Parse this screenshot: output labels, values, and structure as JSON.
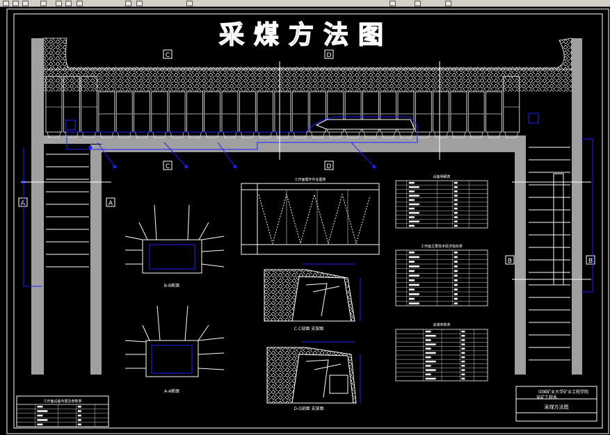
{
  "toolbar": {
    "icons": [
      "new-icon",
      "open-icon",
      "save-icon",
      "print-icon",
      "cut-icon",
      "copy-icon",
      "paste-icon",
      "undo-icon",
      "redo-icon",
      "pan-icon",
      "zoom-icon",
      "properties-icon",
      "layer-icon"
    ]
  },
  "drawing": {
    "title": "采煤方法图",
    "section_labels": {
      "c": "C",
      "d": "D",
      "a": "A",
      "b": "B"
    },
    "small_tables": {
      "work_cycle": "工作面循环作业图表",
      "equipment": "设备明细表",
      "tech_indicators": "工作面主要技术经济指标表",
      "mining_params": "采煤参数表",
      "left_bottom": "工作面设备布置及参数表"
    },
    "section_views": {
      "b_view": "B-B断面",
      "a_view": "A-A断面",
      "c_view": "C-C剖面 支架图",
      "d_view": "D-D剖面 支架图"
    },
    "title_block": {
      "school": "中国矿业大学矿业工程学院",
      "dept": "采矿工程系",
      "drawing_name": "采煤方法图"
    }
  },
  "colors": {
    "background": "#000000",
    "line": "#ffffff",
    "dim": "#2020ff",
    "fill": "#a0a0a0"
  }
}
